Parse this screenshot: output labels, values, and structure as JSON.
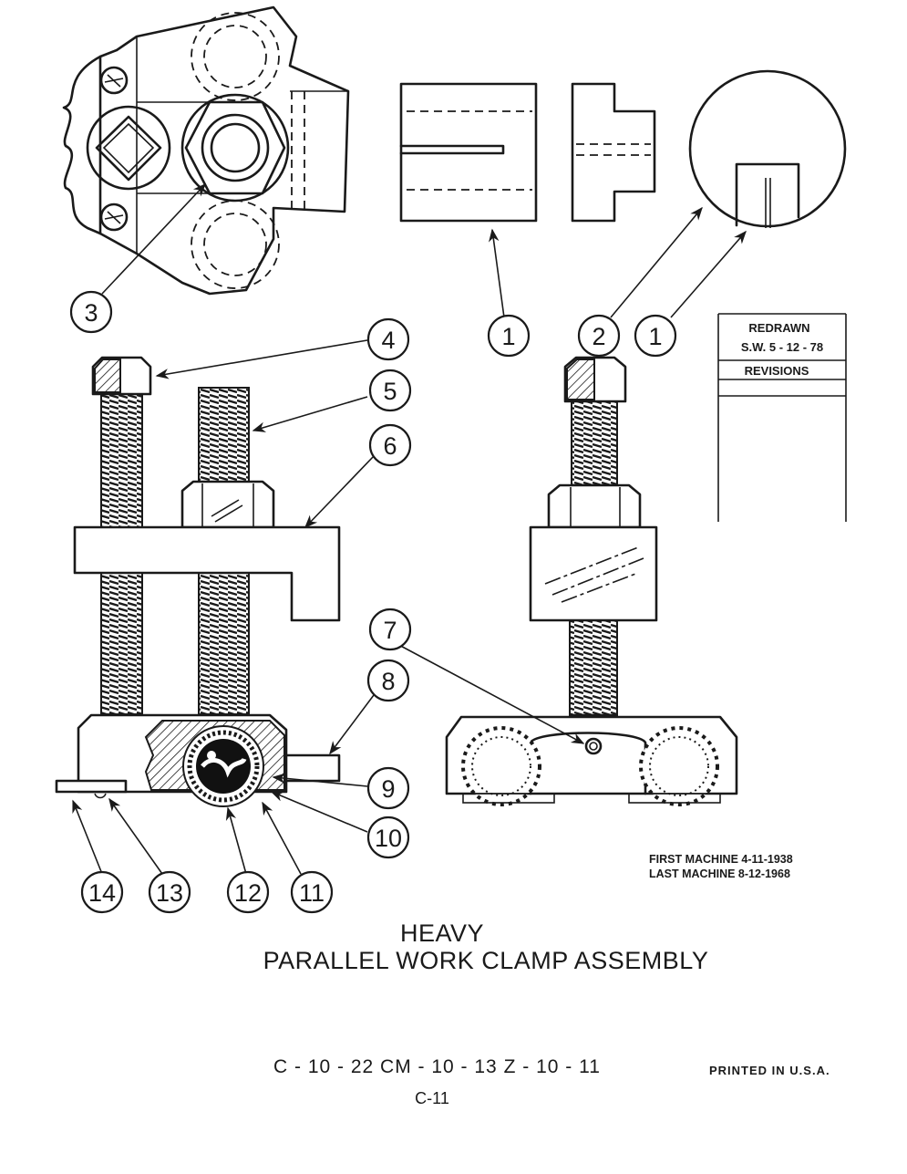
{
  "revision_box": {
    "line1": "REDRAWN",
    "line2": "S.W. 5 - 12 - 78",
    "line3": "REVISIONS"
  },
  "machine_dates": {
    "first": "FIRST MACHINE 4-11-1938",
    "last": "LAST MACHINE 8-12-1968"
  },
  "title": {
    "line1": "HEAVY",
    "line2": "PARALLEL WORK CLAMP ASSEMBLY"
  },
  "part_numbers": "C - 10 - 22   CM - 10 - 13   Z - 10 - 11",
  "page_number": "C-11",
  "printed": "PRINTED  IN  U.S.A.",
  "callouts": [
    {
      "label": "3"
    },
    {
      "label": "1"
    },
    {
      "label": "2"
    },
    {
      "label": "1"
    },
    {
      "label": "4"
    },
    {
      "label": "5"
    },
    {
      "label": "6"
    },
    {
      "label": "7"
    },
    {
      "label": "8"
    },
    {
      "label": "9"
    },
    {
      "label": "10"
    },
    {
      "label": "14"
    },
    {
      "label": "13"
    },
    {
      "label": "12"
    },
    {
      "label": "11"
    }
  ],
  "colors": {
    "ink": "#1a1a1a",
    "paper": "#ffffff"
  }
}
